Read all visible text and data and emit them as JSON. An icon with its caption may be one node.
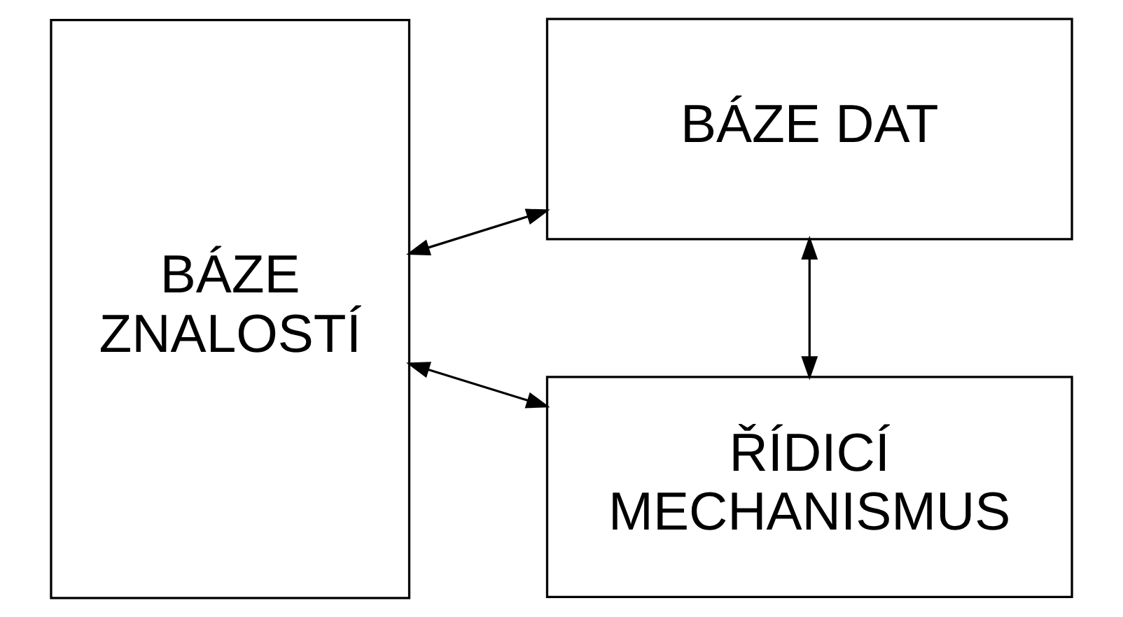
{
  "diagram": {
    "nodes": [
      {
        "text": [
          "BÁZE ZNALOSTÍ"
        ]
      },
      {
        "text": [
          "BÁZE DAT"
        ]
      },
      {
        "text": [
          "ŘÍDICÍ MECHANISMUS"
        ]
      }
    ],
    "edges": [
      {
        "from": 0,
        "to": 1,
        "arrow": "both"
      },
      {
        "from": 1,
        "to": 2,
        "arrow": "both"
      },
      {
        "from": 0,
        "to": 2,
        "arrow": "both"
      }
    ]
  }
}
